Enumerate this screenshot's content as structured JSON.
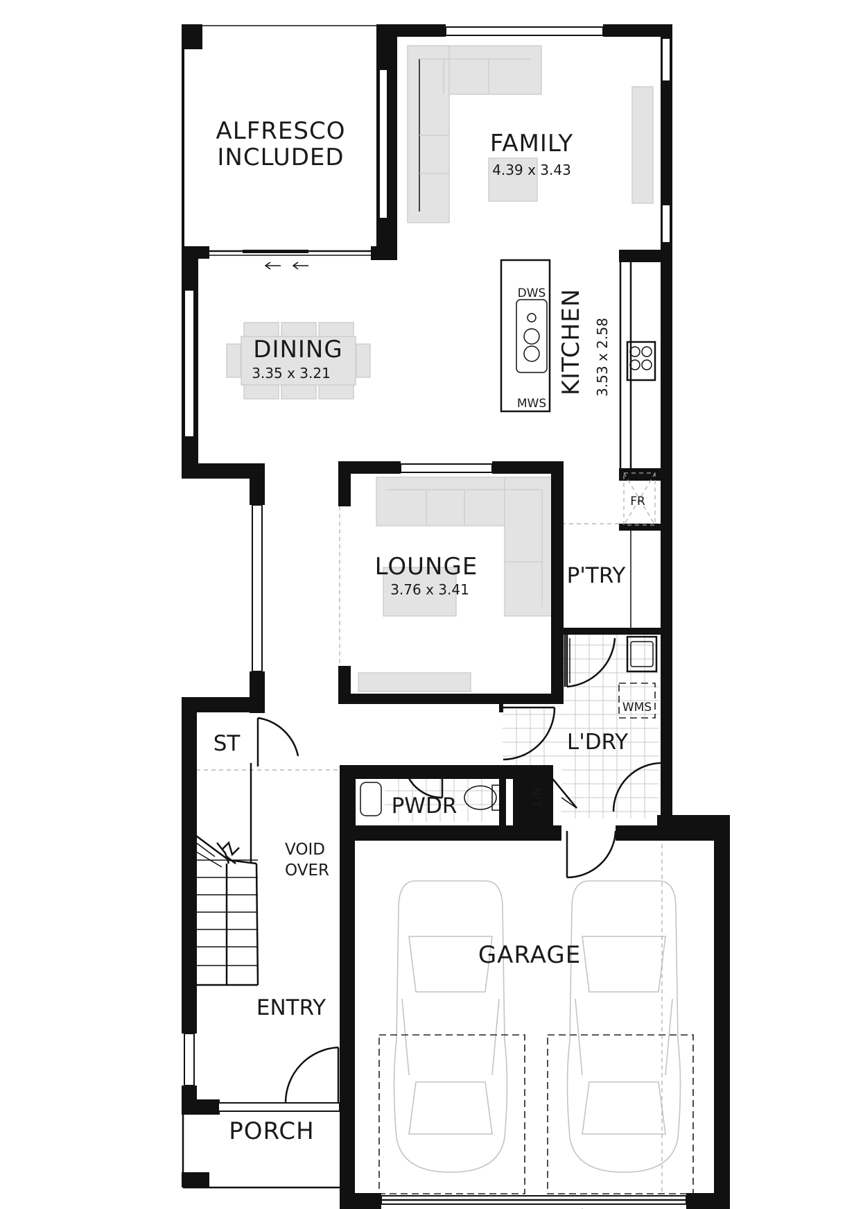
{
  "plan": {
    "rooms": {
      "alfresco_line1": "ALFRESCO",
      "alfresco_line2": "INCLUDED",
      "family": "FAMILY",
      "family_dim": "4.39 x 3.43",
      "dining": "DINING",
      "dining_dim": "3.35 x 3.21",
      "kitchen": "KITCHEN",
      "kitchen_dim": "3.53 x 2.58",
      "lounge": "LOUNGE",
      "lounge_dim": "3.76 x 3.41",
      "pantry": "P'TRY",
      "laundry": "L'DRY",
      "store": "ST",
      "powder": "PWDR",
      "linen": "LIN",
      "void_line1": "VOID",
      "void_line2": "OVER",
      "garage": "GARAGE",
      "entry": "ENTRY",
      "porch": "PORCH"
    },
    "fixtures": {
      "dishwasher": "DWS",
      "microwave": "MWS",
      "fridge": "FR",
      "washing_machine": "WMS"
    },
    "colors": {
      "wall": "#111111",
      "furniture": "#e3e3e3",
      "background": "#ffffff"
    }
  }
}
